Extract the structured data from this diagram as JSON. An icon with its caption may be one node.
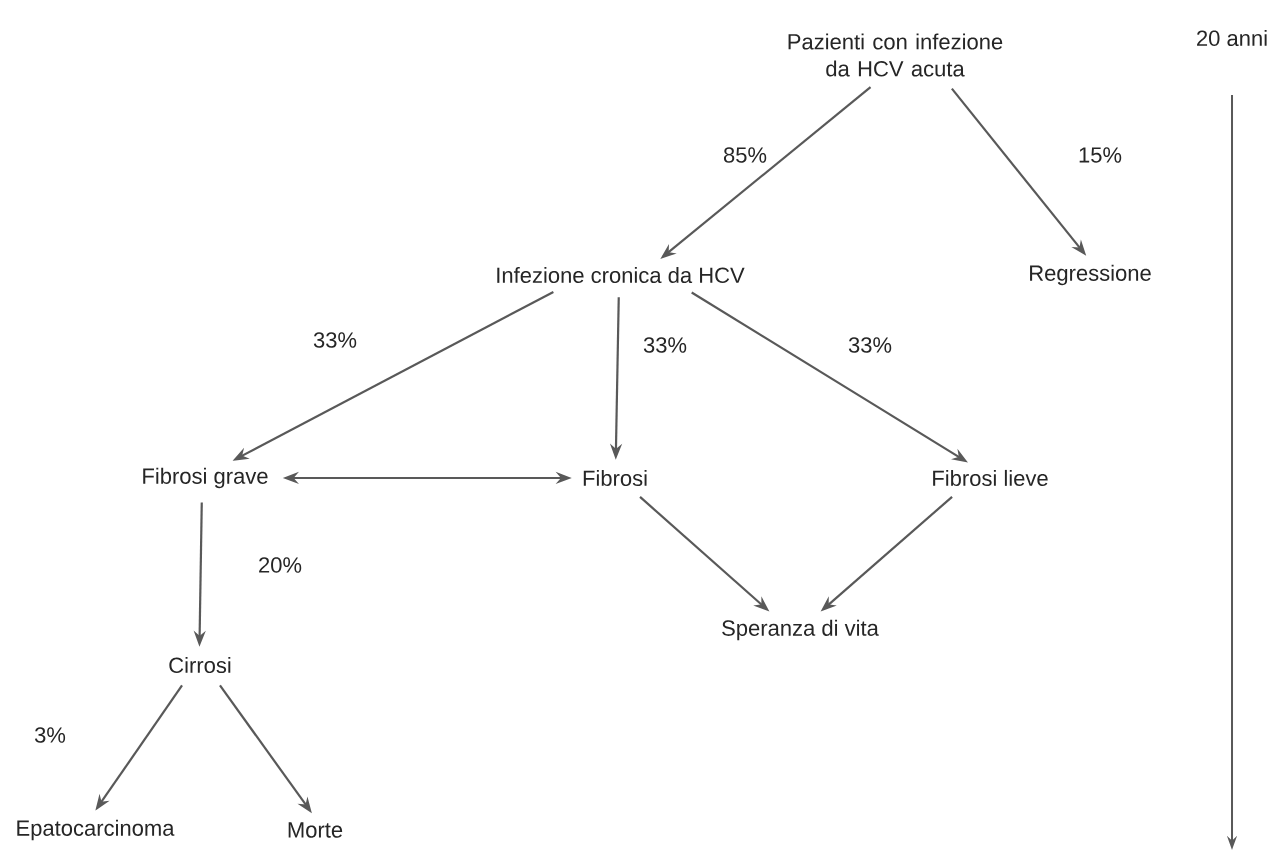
{
  "diagram": {
    "nodes": [
      {
        "text": [
          "Pazienti con infezione da HCV acuta"
        ]
      },
      {
        "text": [
          "Infezione cronica da HCV"
        ]
      },
      {
        "text": [
          "Regressione"
        ]
      },
      {
        "text": [
          "Fibrosi grave"
        ]
      },
      {
        "text": [
          "Fibrosi"
        ]
      },
      {
        "text": [
          "Fibrosi lieve"
        ]
      },
      {
        "text": [
          "Speranza di vita"
        ]
      },
      {
        "text": [
          "Cirrosi"
        ]
      },
      {
        "text": [
          "Epatocarcinoma"
        ]
      },
      {
        "text": [
          "Morte"
        ]
      }
    ],
    "edges": [
      {
        "from": 0,
        "to": 1,
        "arrow": "to",
        "label": "85%"
      },
      {
        "from": 0,
        "to": 2,
        "arrow": "to",
        "label": "15%"
      },
      {
        "from": 1,
        "to": 3,
        "arrow": "to",
        "label": "33%"
      },
      {
        "from": 1,
        "to": 4,
        "arrow": "to",
        "label": "33%"
      },
      {
        "from": 1,
        "to": 5,
        "arrow": "to",
        "label": "33%"
      },
      {
        "from": 3,
        "to": 4,
        "arrow": "both"
      },
      {
        "from": 3,
        "to": 7,
        "arrow": "to",
        "label": "20%"
      },
      {
        "from": 4,
        "to": 6,
        "arrow": "to"
      },
      {
        "from": 5,
        "to": 6,
        "arrow": "to"
      },
      {
        "from": 7,
        "to": 8,
        "arrow": "to",
        "label": "3%"
      },
      {
        "from": 7,
        "to": 9,
        "arrow": "to"
      }
    ],
    "labels": [
      "20 anni"
    ]
  }
}
